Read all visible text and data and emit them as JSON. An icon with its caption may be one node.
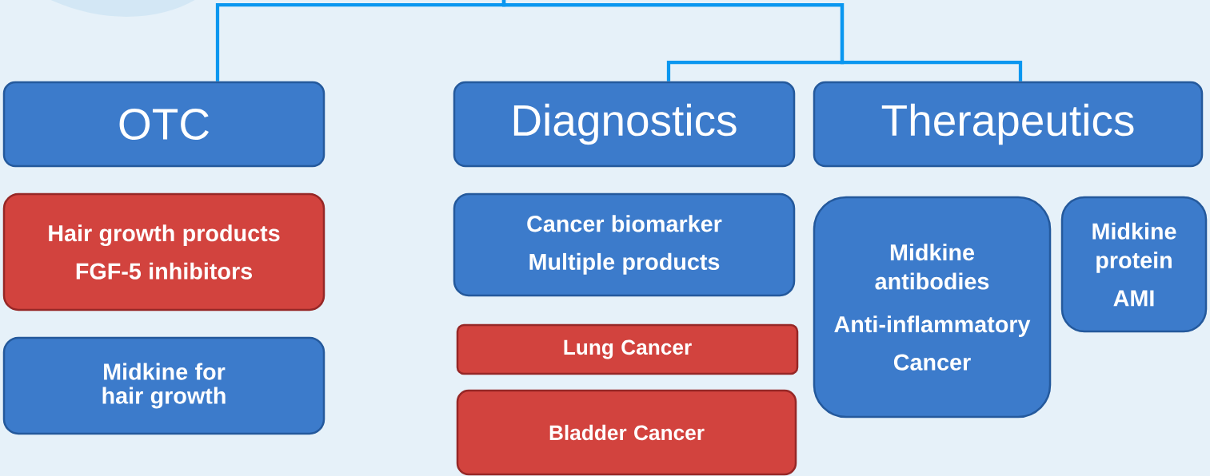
{
  "diagram": {
    "nodes": [
      {
        "text": [
          "OTC"
        ]
      },
      {
        "text": [
          "Diagnostics"
        ]
      },
      {
        "text": [
          "Therapeutics"
        ]
      },
      {
        "text": [
          "Hair growth products",
          "FGF-5 inhibitors"
        ]
      },
      {
        "text": [
          "Midkine for hair growth"
        ]
      },
      {
        "text": [
          "Cancer biomarker",
          "Multiple products"
        ]
      },
      {
        "text": [
          "Lung Cancer"
        ]
      },
      {
        "text": [
          "Bladder Cancer"
        ]
      },
      {
        "text": [
          "Midkine antibodies",
          "Anti-inflammatory",
          "Cancer"
        ]
      },
      {
        "text": [
          "Midkine protein",
          "AMI"
        ]
      }
    ],
    "edges": [
      {
        "from": null,
        "to": 0,
        "arrow": "none"
      },
      {
        "from": null,
        "to": 1,
        "arrow": "none"
      },
      {
        "from": null,
        "to": 2,
        "arrow": "none"
      }
    ]
  }
}
